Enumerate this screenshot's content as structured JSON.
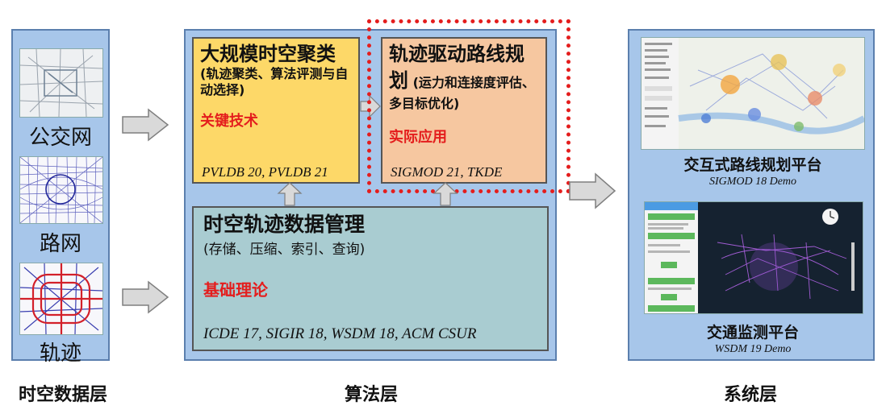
{
  "layers": {
    "data_layer": "时空数据层",
    "algorithm_layer": "算法层",
    "system_layer": "系统层"
  },
  "data_panel": {
    "items": [
      {
        "label": "公交网",
        "icon": "bus-network-map"
      },
      {
        "label": "路网",
        "icon": "road-network-map"
      },
      {
        "label": "轨迹",
        "icon": "trajectory-map"
      }
    ]
  },
  "algorithm_panel": {
    "clustering": {
      "title": "大规模时空聚类",
      "subtitle": "(轨迹聚类、算法评测与自动选择)",
      "tag": "关键技术",
      "citation": "PVLDB 20, PVLDB 21"
    },
    "route_planning": {
      "title_a": "轨迹驱动路线规",
      "title_b": "划",
      "subtitle_inline": " (运力和连接度评估、多目标优化)",
      "tag": "实际应用",
      "citation": "SIGMOD 21, TKDE"
    },
    "management": {
      "title": "时空轨迹数据管理",
      "subtitle": "(存储、压缩、索引、查询)",
      "tag": "基础理论",
      "citation": "ICDE 17, SIGIR 18, WSDM 18, ACM CSUR"
    }
  },
  "system_panel": {
    "route_platform": {
      "title": "交互式路线规划平台",
      "demo": "SIGMOD 18 Demo"
    },
    "traffic_platform": {
      "title": "交通监测平台",
      "demo": "WSDM 19 Demo"
    }
  },
  "colors": {
    "panel_bg": "#a7c6ea",
    "clustering_bg": "#fdd868",
    "route_bg": "#f6c7a0",
    "management_bg": "#a9ccd1",
    "highlight_red": "#e41d1d",
    "arrow_gray": "#d9d9d9"
  }
}
